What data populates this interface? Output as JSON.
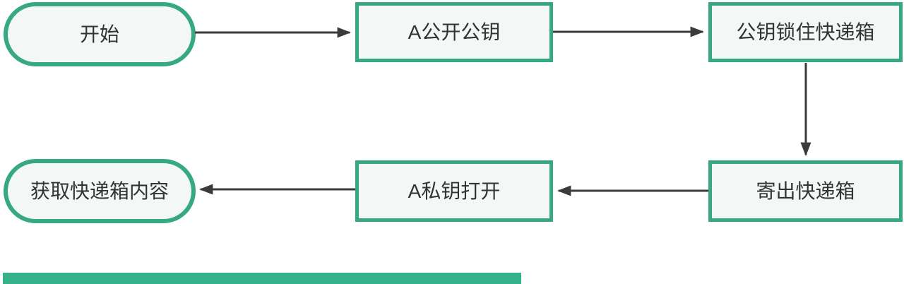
{
  "diagram": {
    "type": "flowchart",
    "nodes": {
      "start": {
        "label": "开始",
        "shape": "stadium"
      },
      "publish_key": {
        "label": "A公开公钥",
        "shape": "rect"
      },
      "lock_box": {
        "label": "公钥锁住快递箱",
        "shape": "rect"
      },
      "ship_box": {
        "label": "寄出快递箱",
        "shape": "rect"
      },
      "open_box": {
        "label": "A私钥打开",
        "shape": "rect"
      },
      "get_contents": {
        "label": "获取快递箱内容",
        "shape": "stadium"
      }
    },
    "edges": [
      {
        "from": "start",
        "to": "publish_key",
        "direction": "right"
      },
      {
        "from": "publish_key",
        "to": "lock_box",
        "direction": "right"
      },
      {
        "from": "lock_box",
        "to": "ship_box",
        "direction": "down"
      },
      {
        "from": "ship_box",
        "to": "open_box",
        "direction": "left"
      },
      {
        "from": "open_box",
        "to": "get_contents",
        "direction": "left"
      }
    ]
  },
  "colors": {
    "node_border": "#36A982",
    "node_fill": "#F3F7F5",
    "arrow": "#3B3B3B",
    "text": "#333333",
    "bottom_bar": "#35B189",
    "background": "#FFFFFF"
  }
}
